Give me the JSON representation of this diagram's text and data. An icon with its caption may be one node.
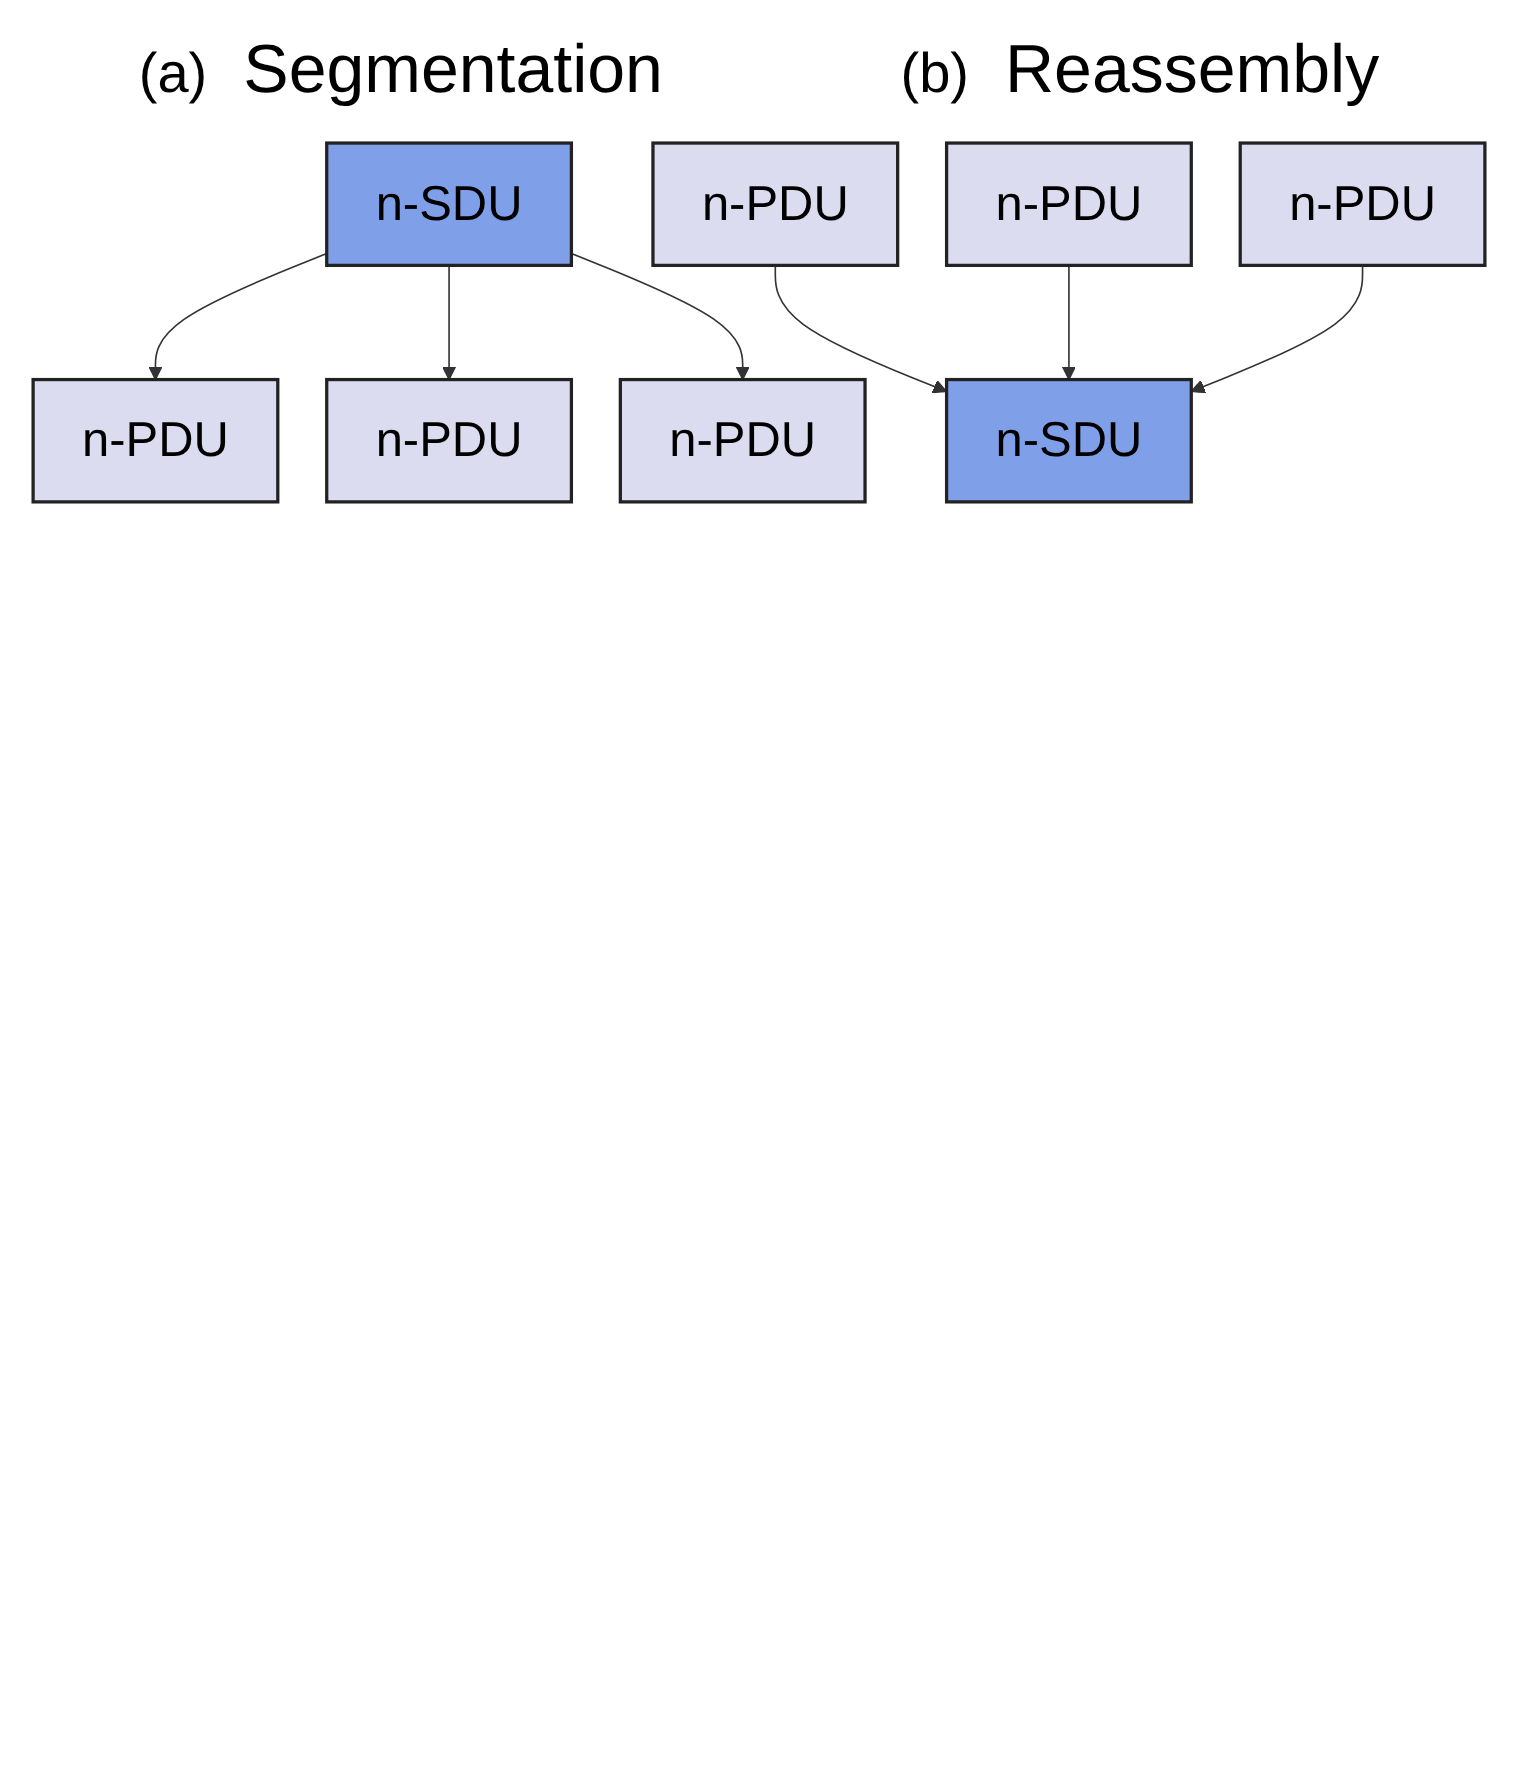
{
  "diagram": {
    "nodes": [
      {
        "text": [
          "n-SDU"
        ]
      },
      {
        "text": [
          "n-PDU"
        ]
      },
      {
        "text": [
          "n-PDU"
        ]
      },
      {
        "text": [
          "n-PDU"
        ]
      },
      {
        "text": [
          "n-SDU"
        ]
      },
      {
        "text": [
          "n-PDU"
        ]
      },
      {
        "text": [
          "n-PDU"
        ]
      },
      {
        "text": [
          "n-PDU"
        ]
      }
    ],
    "edges": [
      {
        "from": 0,
        "to": 1,
        "arrow": "to"
      },
      {
        "from": 0,
        "to": 2,
        "arrow": "to"
      },
      {
        "from": 0,
        "to": 3,
        "arrow": "to"
      },
      {
        "from": 5,
        "to": 4,
        "arrow": "to"
      },
      {
        "from": 6,
        "to": 4,
        "arrow": "to"
      },
      {
        "from": 7,
        "to": 4,
        "arrow": "to"
      }
    ],
    "labels": [
      "(a)",
      "Segmentation",
      "(b)",
      "Reassembly"
    ]
  }
}
